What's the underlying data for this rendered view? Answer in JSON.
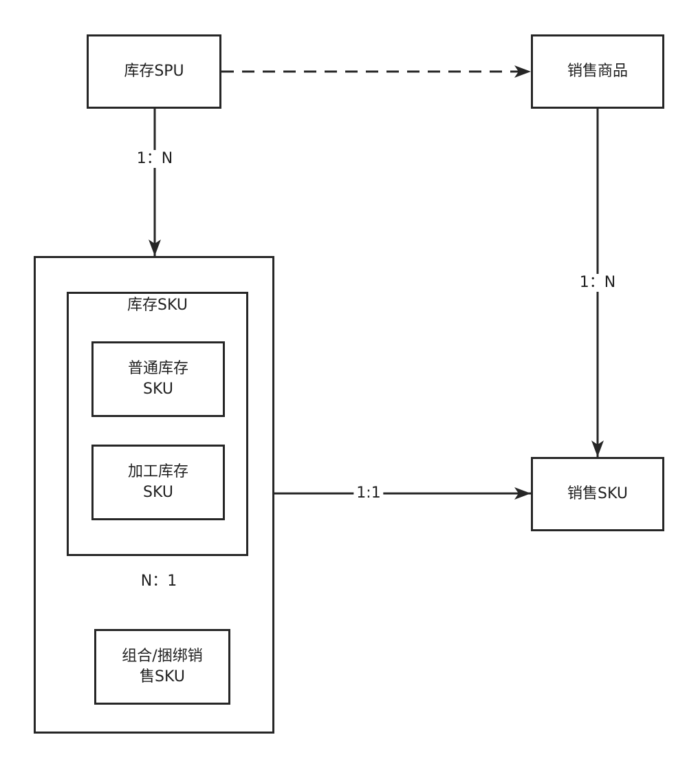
{
  "nodes": {
    "spu": "库存SPU",
    "sales_product": "销售商品",
    "sales_sku": "销售SKU",
    "stock_sku_title": "库存SKU",
    "normal_sku": [
      "普通库存",
      "SKU"
    ],
    "processed_sku": [
      "加工库存",
      "SKU"
    ],
    "bundle_sku": [
      "组合/捆绑销",
      "售SKU"
    ]
  },
  "edges": {
    "spu_to_stock": "1：N",
    "product_to_sales_sku": "1：N",
    "stock_to_sales_sku": "1:1",
    "stock_to_bundle": "N：1"
  },
  "colors": {
    "stroke": "#262626",
    "text": "#1f1f1f",
    "background": "#ffffff"
  }
}
